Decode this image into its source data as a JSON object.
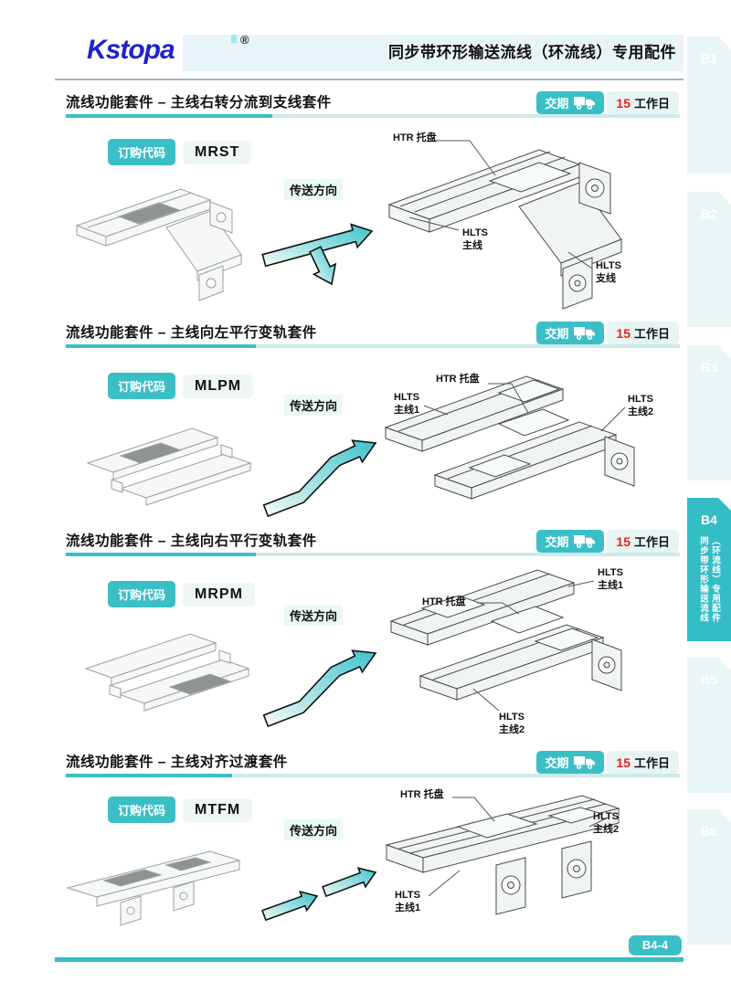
{
  "header": {
    "logo_text": "Kstopa",
    "registered_mark": "®",
    "page_title": "同步带环形输送流线（环流线）专用配件"
  },
  "side_tabs": [
    {
      "label": "B1",
      "active": false
    },
    {
      "label": "B2",
      "active": false
    },
    {
      "label": "B3",
      "active": false
    },
    {
      "label": "B4",
      "active": true,
      "vertical_line1": "同步带环形输送流线",
      "vertical_line2": "（环流线）专用配件"
    },
    {
      "label": "B5",
      "active": false
    },
    {
      "label": "B6",
      "active": false
    }
  ],
  "sections": [
    {
      "title": "流线功能套件 – 主线右转分流到支线套件",
      "delivery_label": "交期",
      "delivery_days": "15",
      "delivery_unit": "工作日",
      "order_code_label": "订购代码",
      "order_code": "MRST",
      "direction_label": "传送方向",
      "arrow_type": "branch-right-and-down",
      "labels": [
        {
          "line1": "HTR 托盘",
          "line2": ""
        },
        {
          "line1": "HLTS",
          "line2": "主线"
        },
        {
          "line1": "HLTS",
          "line2": "支线"
        }
      ]
    },
    {
      "title": "流线功能套件 – 主线向左平行变轨套件",
      "delivery_label": "交期",
      "delivery_days": "15",
      "delivery_unit": "工作日",
      "order_code_label": "订购代码",
      "order_code": "MLPM",
      "direction_label": "传送方向",
      "arrow_type": "s-curve-up-right",
      "labels": [
        {
          "line1": "HLTS",
          "line2": "主线1"
        },
        {
          "line1": "HTR 托盘",
          "line2": ""
        },
        {
          "line1": "HLTS",
          "line2": "主线2"
        }
      ]
    },
    {
      "title": "流线功能套件 – 主线向右平行变轨套件",
      "delivery_label": "交期",
      "delivery_days": "15",
      "delivery_unit": "工作日",
      "order_code_label": "订购代码",
      "order_code": "MRPM",
      "direction_label": "传送方向",
      "arrow_type": "s-curve-up-right",
      "labels": [
        {
          "line1": "HLTS",
          "line2": "主线1"
        },
        {
          "line1": "HTR 托盘",
          "line2": ""
        },
        {
          "line1": "HLTS",
          "line2": "主线2"
        }
      ]
    },
    {
      "title": "流线功能套件 – 主线对齐过渡套件",
      "delivery_label": "交期",
      "delivery_days": "15",
      "delivery_unit": "工作日",
      "order_code_label": "订购代码",
      "order_code": "MTFM",
      "direction_label": "传送方向",
      "arrow_type": "double-straight-up-right",
      "labels": [
        {
          "line1": "HTR 托盘",
          "line2": ""
        },
        {
          "line1": "HLTS",
          "line2": "主线2"
        },
        {
          "line1": "HLTS",
          "line2": "主线1"
        }
      ]
    }
  ],
  "footer": {
    "page_number": "B4-4"
  },
  "colors": {
    "accent_teal": "#3bbfc7",
    "active_tab_teal": "#35bdc6",
    "light_teal_chip": "#e6f4f3",
    "logo_blue": "#2121cd",
    "delivery_days_red": "#e8221f",
    "header_rule_gray_blue": "#9bb8c8"
  }
}
